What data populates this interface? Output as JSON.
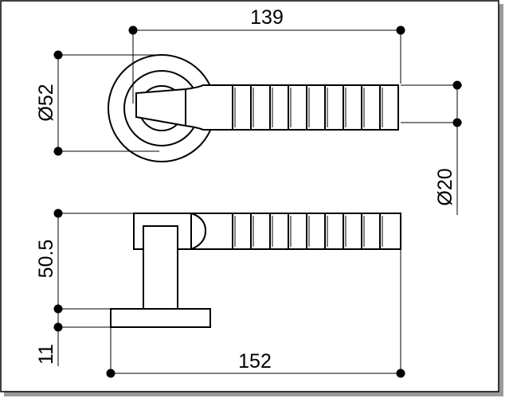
{
  "dimensions": {
    "overall_length_top": "139",
    "rose_diameter": "Ø52",
    "grip_diameter": "Ø20",
    "height": "50.5",
    "rose_thickness": "11",
    "overall_length_bottom": "152"
  },
  "colors": {
    "line": "#000000",
    "background": "#ffffff",
    "frame_shadow": "#9a9a9a"
  }
}
